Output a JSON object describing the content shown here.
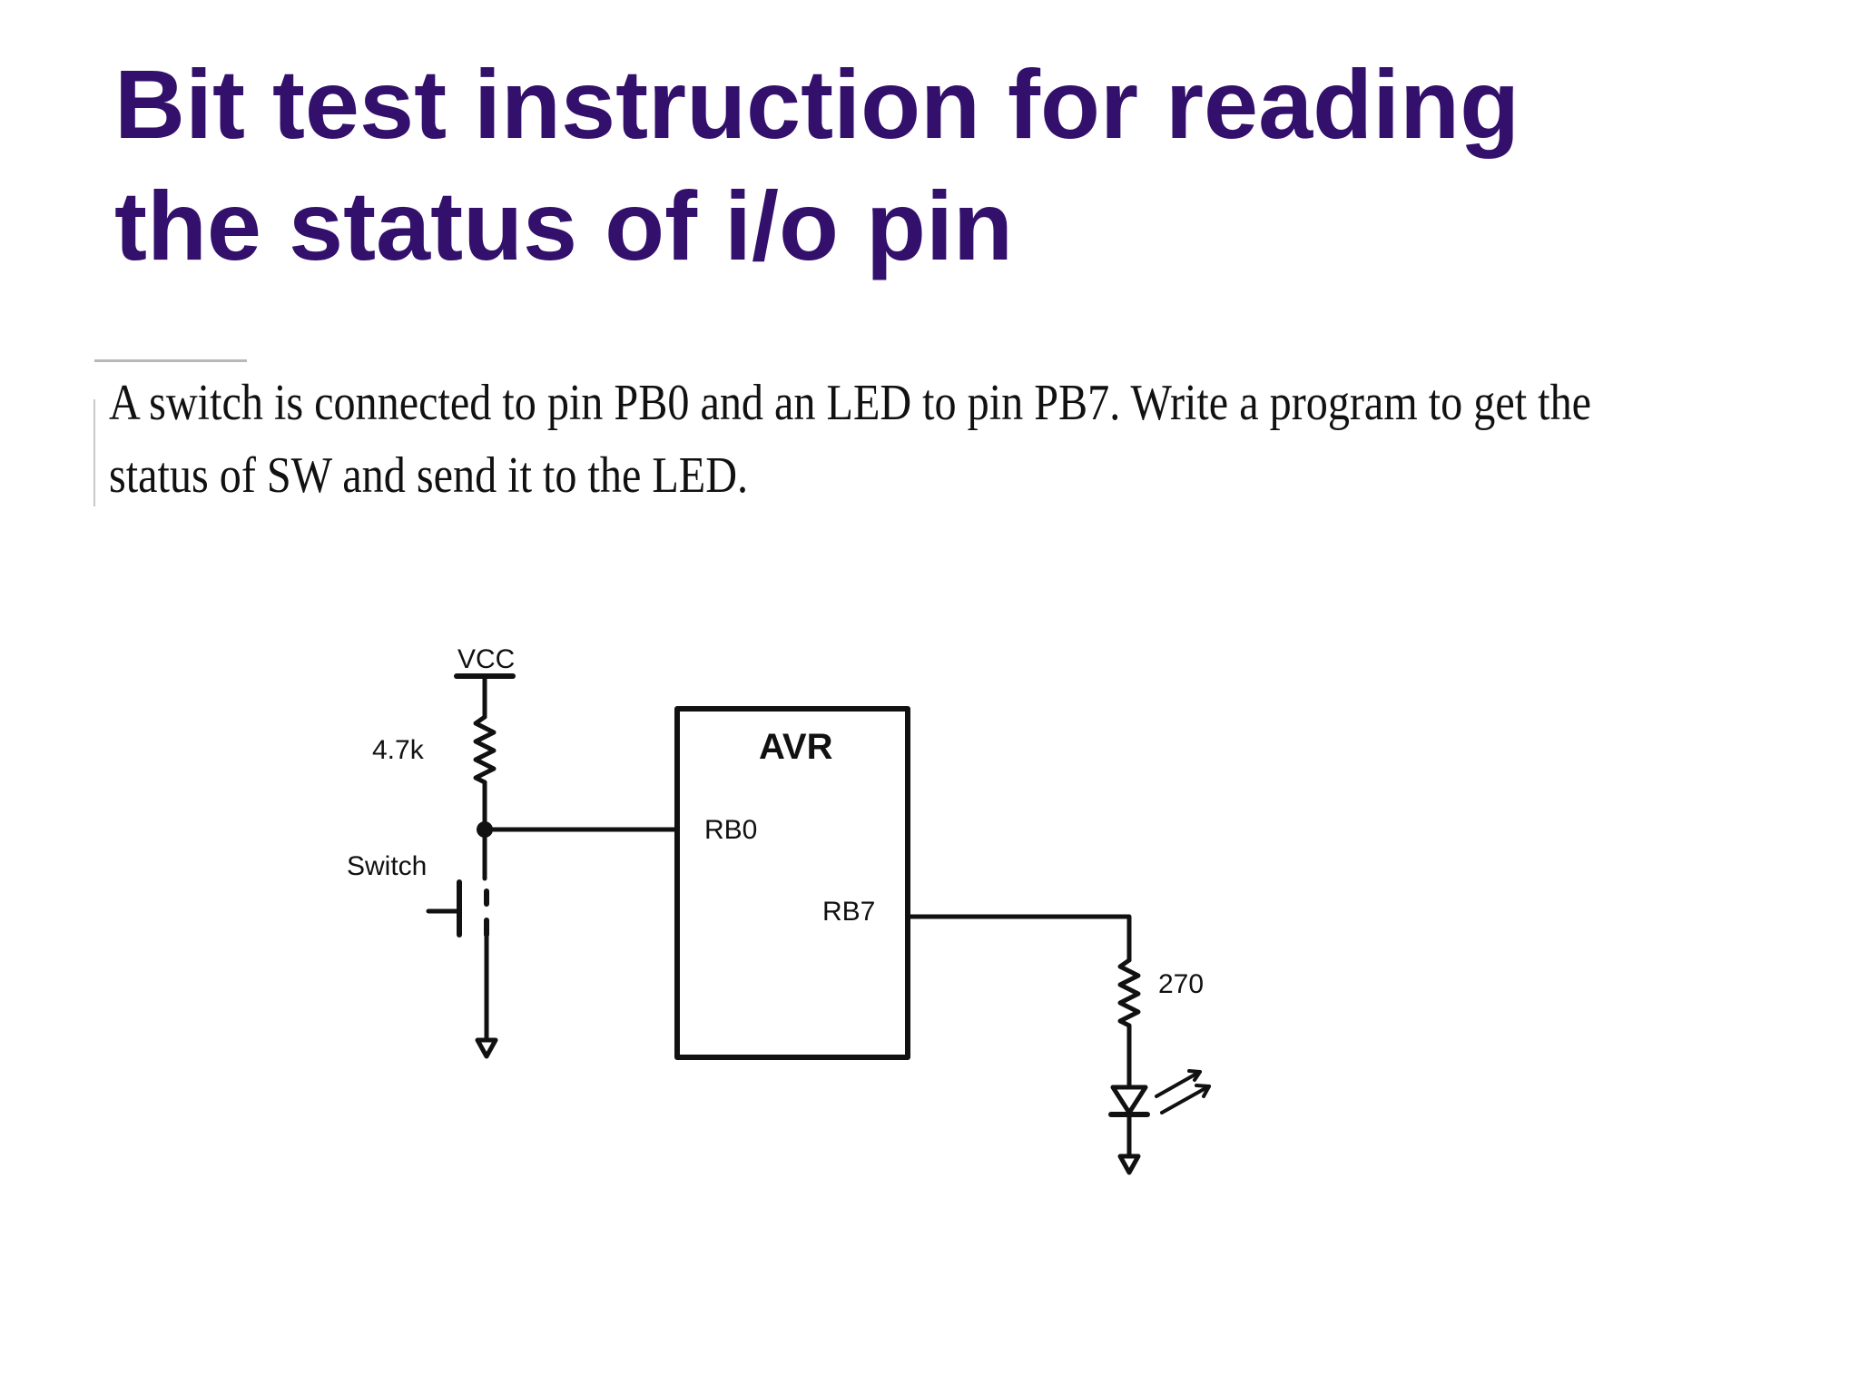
{
  "title": {
    "line1": "Bit test instruction for reading",
    "line2": "the status of i/o pin"
  },
  "problem": {
    "line1": "A switch is connected to pin PB0 and an LED to pin PB7. Write a program to get the",
    "line2": "status of SW and send it to the LED."
  },
  "diagram": {
    "vcc_label": "VCC",
    "pullup_resistor_label": "4.7k",
    "switch_label": "Switch",
    "chip_label": "AVR",
    "pin_rb0_label": "RB0",
    "pin_rb7_label": "RB7",
    "led_resistor_label": "270"
  },
  "colors": {
    "title": "#33106b",
    "text": "#111111",
    "background": "#ffffff"
  }
}
